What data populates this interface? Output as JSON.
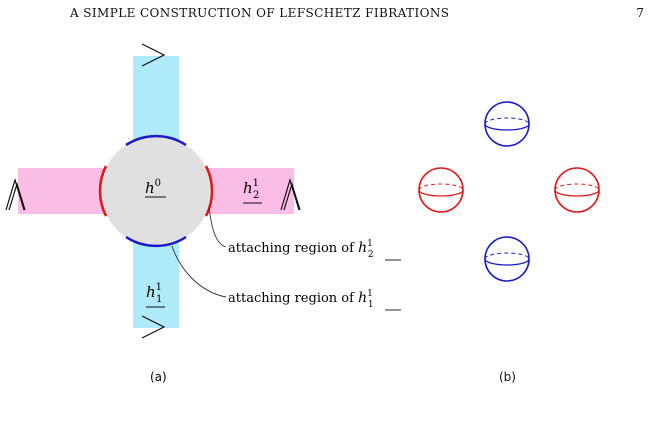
{
  "header": {
    "title": "A SIMPLE CONSTRUCTION OF LEFSCHETZ FIBRATIONS",
    "page_number": "7"
  },
  "figure_a": {
    "panel_label": "(a)",
    "center_handle": {
      "base": "h",
      "sup": "0",
      "sub": ""
    },
    "handle_right": {
      "base": "h",
      "sup": "1",
      "sub": "2"
    },
    "handle_bottom": {
      "base": "h",
      "sup": "1",
      "sub": "1"
    },
    "annotation_1": {
      "text": "attaching region of ",
      "base": "h",
      "sup": "1",
      "sub": "2"
    },
    "annotation_2": {
      "text": "attaching region of ",
      "base": "h",
      "sup": "1",
      "sub": "1"
    },
    "colors": {
      "cyan_band": "#aeeaf7",
      "pink_band": "#f9bde6",
      "disk": "#e0e0e0",
      "blue": "#1a1acc",
      "red": "#e01818"
    }
  },
  "figure_b": {
    "panel_label": "(b)",
    "colors": {
      "blue": "#1a1acc",
      "red": "#e01818"
    }
  }
}
